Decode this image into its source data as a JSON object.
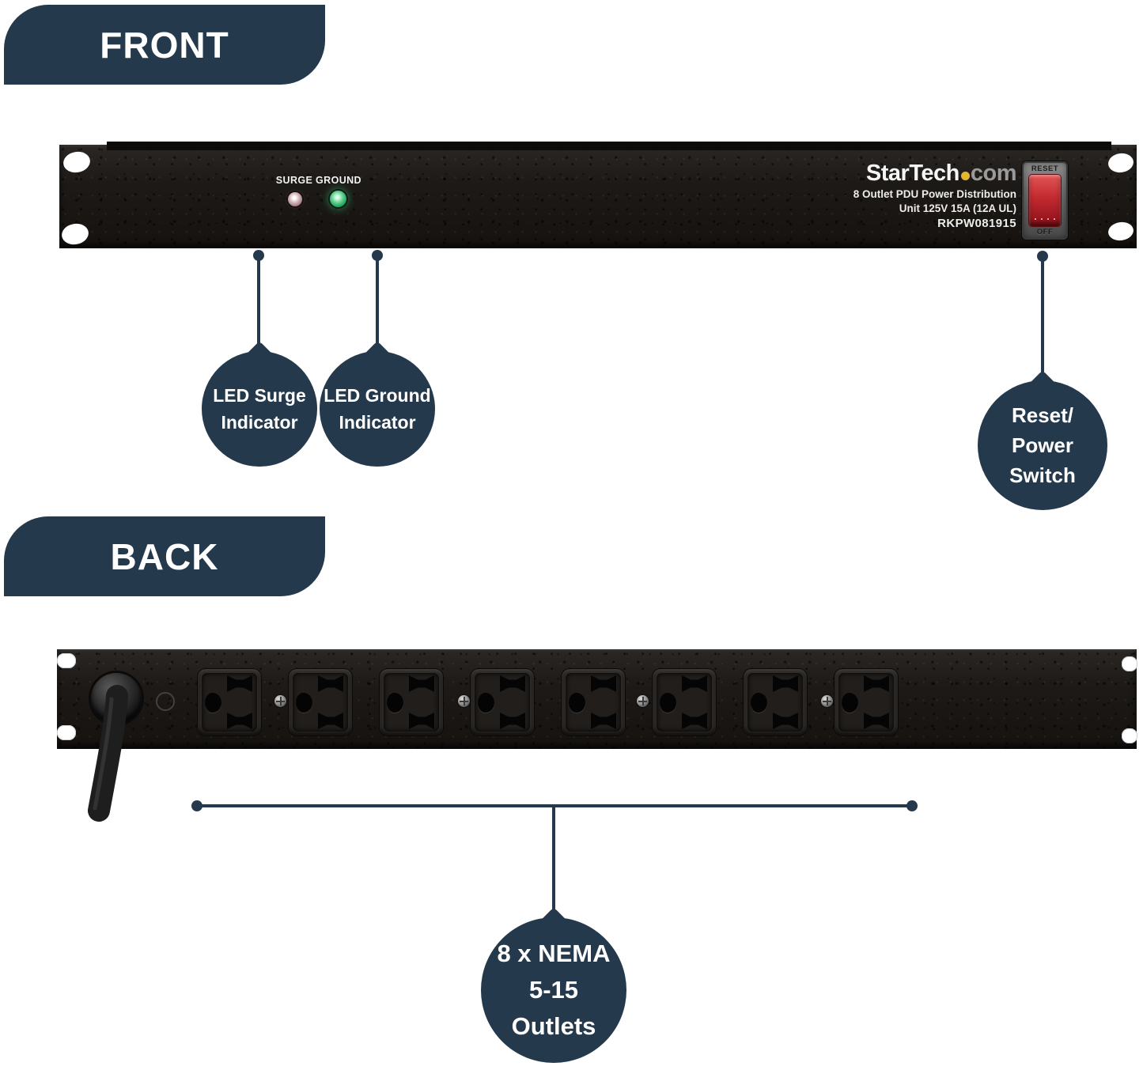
{
  "front": {
    "banner": "FRONT",
    "panel": {
      "surge_label": "SURGE",
      "ground_label": "GROUND",
      "brand_name": "StarTech",
      "brand_suffix": "com",
      "desc_line1": "8 Outlet PDU Power Distribution",
      "desc_line2": "Unit 125V 15A (12A UL)",
      "model": "RKPW081915",
      "switch_top_label": "RESET",
      "switch_bottom_label": "OFF"
    },
    "callouts": {
      "surge": {
        "line1": "LED Surge",
        "line2": "Indicator"
      },
      "ground": {
        "line1": "LED Ground",
        "line2": "Indicator"
      },
      "reset": {
        "line1": "Reset/",
        "line2": "Power",
        "line3": "Switch"
      }
    }
  },
  "back": {
    "banner": "BACK",
    "outlet_count": 8,
    "callout": {
      "line1": "8 x NEMA",
      "line2": "5-15",
      "line3": "Outlets"
    }
  },
  "colors": {
    "navy": "#24394B",
    "panel_black": "#1C1916",
    "led_green": "#2BA05A",
    "led_surge_pink": "#D8B8BC",
    "switch_red": "#C22A30",
    "logo_yellow": "#E4B62B",
    "logo_gray": "#9A9A9A"
  }
}
